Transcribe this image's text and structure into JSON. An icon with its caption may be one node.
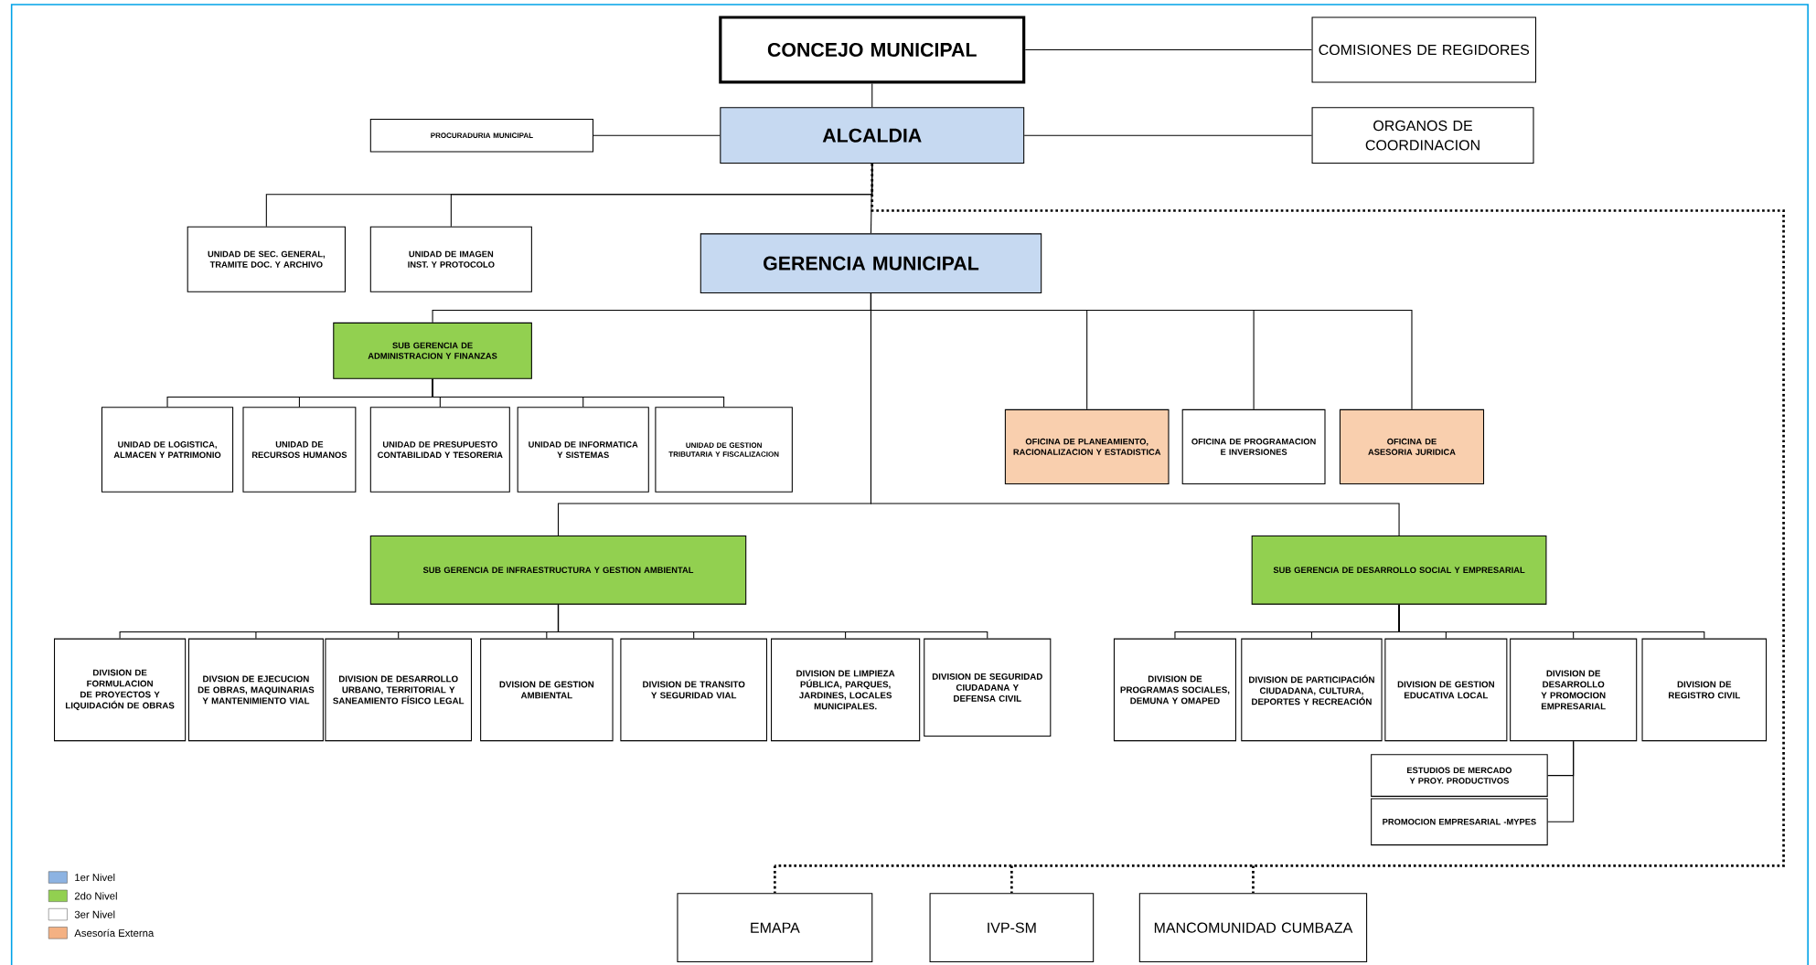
{
  "diagram": {
    "nodes": [
      {
        "text": [
          "CONCEJO MUNICIPAL"
        ]
      },
      {
        "text": [
          "COMISIONES DE REGIDORES"
        ]
      },
      {
        "text": [
          "ALCALDIA"
        ]
      },
      {
        "text": [
          "PROCURADURIA MUNICIPAL"
        ]
      },
      {
        "text": [
          "ORGANOS DE COORDINACION"
        ]
      },
      {
        "text": [
          "UNIDAD DE SEC. GENERAL, TRAMITE DOC. Y ARCHIVO"
        ]
      },
      {
        "text": [
          "UNIDAD DE IMAGEN INST. Y PROTOCOLO"
        ]
      },
      {
        "text": [
          "GERENCIA MUNICIPAL"
        ]
      },
      {
        "text": [
          "SUB GERENCIA DE ADMINISTRACION Y FINANZAS"
        ]
      },
      {
        "text": [
          "UNIDAD DE LOGISTICA, ALMACEN Y PATRIMONIO"
        ]
      },
      {
        "text": [
          "UNIDAD DE RECURSOS HUMANOS"
        ]
      },
      {
        "text": [
          "UNIDAD DE PRESUPUESTO CONTABILIDAD Y TESORERIA"
        ]
      },
      {
        "text": [
          "UNIDAD DE INFORMATICA Y SISTEMAS"
        ]
      },
      {
        "text": [
          "UNIDAD DE GESTION TRIBUTARIA Y FISCALIZACION"
        ]
      },
      {
        "text": [
          "OFICINA DE PLANEAMIENTO, RACIONALIZACION Y ESTADISTICA"
        ]
      },
      {
        "text": [
          "OFICINA DE PROGRAMACION E INVERSIONES"
        ]
      },
      {
        "text": [
          "OFICINA DE ASESORIA JURIDICA"
        ]
      },
      {
        "text": [
          "SUB GERENCIA DE INFRAESTRUCTURA Y GESTION AMBIENTAL"
        ]
      },
      {
        "text": [
          "SUB GERENCIA DE DESARROLLO SOCIAL Y EMPRESARIAL"
        ]
      },
      {
        "text": [
          "DIVISION DE FORMULACION DE PROYECTOS Y LIQUIDACIÓN DE OBRAS"
        ]
      },
      {
        "text": [
          "DIVSION DE EJECUCION DE OBRAS, MAQUINARIAS Y MANTENIMIENTO VIAL"
        ]
      },
      {
        "text": [
          "DIVISION DE DESARROLLO URBANO, TERRITORIAL Y SANEAMIENTO FÍSICO LEGAL"
        ]
      },
      {
        "text": [
          "DVISION DE GESTION AMBIENTAL"
        ]
      },
      {
        "text": [
          "DIVISION DE TRANSITO Y SEGURIDAD VIAL"
        ]
      },
      {
        "text": [
          "DIVISION DE LIMPIEZA PÚBLICA, PARQUES, JARDINES, LOCALES MUNICIPALES."
        ]
      },
      {
        "text": [
          "DIVISION DE SEGURIDAD CIUDADANA Y DEFENSA CIVIL"
        ]
      },
      {
        "text": [
          "DIVISION DE PROGRAMAS SOCIALES, DEMUNA Y OMAPED"
        ]
      },
      {
        "text": [
          "DIVISION DE PARTICIPACIÓN CIUDADANA, CULTURA, DEPORTES Y RECREACIÓN"
        ]
      },
      {
        "text": [
          "DIVISION DE GESTION EDUCATIVA LOCAL"
        ]
      },
      {
        "text": [
          "DIVISION DE DESARROLLO Y PROMOCION EMPRESARIAL"
        ]
      },
      {
        "text": [
          "DIVISION DE REGISTRO CIVIL"
        ]
      },
      {
        "text": [
          "ESTUDIOS DE MERCADO Y PROY. PRODUCTIVOS"
        ]
      },
      {
        "text": [
          "PROMOCION EMPRESARIAL -MYPES"
        ]
      },
      {
        "text": [
          "EMAPA"
        ]
      },
      {
        "text": [
          "IVP-SM"
        ]
      },
      {
        "text": [
          "MANCOMUNIDAD CUMBAZA"
        ]
      }
    ],
    "edges": [
      {
        "from": 0,
        "to": 1,
        "arrow": "none"
      },
      {
        "from": 0,
        "to": 2,
        "arrow": "none"
      },
      {
        "from": 2,
        "to": 3,
        "arrow": "none"
      },
      {
        "from": 2,
        "to": 4,
        "arrow": "none"
      },
      {
        "from": 2,
        "to": 5,
        "arrow": "none"
      },
      {
        "from": 2,
        "to": 6,
        "arrow": "none"
      },
      {
        "from": 2,
        "to": 7,
        "arrow": "none"
      },
      {
        "from": 7,
        "to": 8,
        "arrow": "none"
      },
      {
        "from": 7,
        "to": 14,
        "arrow": "none"
      },
      {
        "from": 7,
        "to": 15,
        "arrow": "none"
      },
      {
        "from": 7,
        "to": 16,
        "arrow": "none"
      },
      {
        "from": 8,
        "to": 9,
        "arrow": "none"
      },
      {
        "from": 8,
        "to": 10,
        "arrow": "none"
      },
      {
        "from": 8,
        "to": 11,
        "arrow": "none"
      },
      {
        "from": 8,
        "to": 12,
        "arrow": "none"
      },
      {
        "from": 8,
        "to": 13,
        "arrow": "none"
      },
      {
        "from": 7,
        "to": 17,
        "arrow": "none"
      },
      {
        "from": 7,
        "to": 18,
        "arrow": "none"
      },
      {
        "from": 17,
        "to": 19,
        "arrow": "none"
      },
      {
        "from": 17,
        "to": 20,
        "arrow": "none"
      },
      {
        "from": 17,
        "to": 21,
        "arrow": "none"
      },
      {
        "from": 17,
        "to": 22,
        "arrow": "none"
      },
      {
        "from": 17,
        "to": 23,
        "arrow": "none"
      },
      {
        "from": 17,
        "to": 24,
        "arrow": "none"
      },
      {
        "from": 17,
        "to": 25,
        "arrow": "none"
      },
      {
        "from": 18,
        "to": 26,
        "arrow": "none"
      },
      {
        "from": 18,
        "to": 27,
        "arrow": "none"
      },
      {
        "from": 18,
        "to": 28,
        "arrow": "none"
      },
      {
        "from": 18,
        "to": 29,
        "arrow": "none"
      },
      {
        "from": 18,
        "to": 30,
        "arrow": "none"
      },
      {
        "from": 29,
        "to": 31,
        "arrow": "none"
      },
      {
        "from": 29,
        "to": 32,
        "arrow": "none"
      },
      {
        "from": 2,
        "to": 33,
        "arrow": "none",
        "style": "dashed"
      },
      {
        "from": 2,
        "to": 34,
        "arrow": "none",
        "style": "dashed"
      },
      {
        "from": 2,
        "to": 35,
        "arrow": "none",
        "style": "dashed"
      }
    ],
    "legend": [
      {
        "text": "1er Nivel",
        "color": "#8db3e2"
      },
      {
        "text": "2do Nivel",
        "color": "#92d050"
      },
      {
        "text": "3er Nivel"
      },
      {
        "text": "Asesoría Externa",
        "color": "#f4b183"
      }
    ]
  }
}
